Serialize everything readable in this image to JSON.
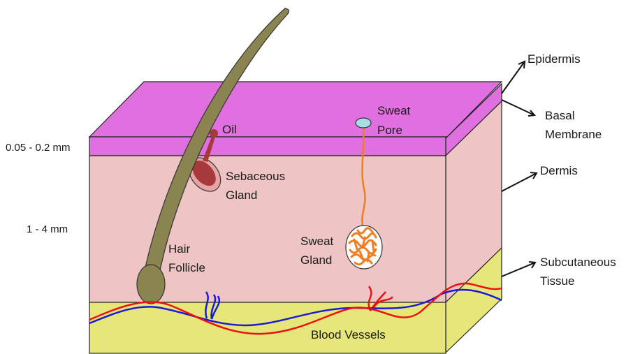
{
  "labels": {
    "epidermis": "Epidermis",
    "basal_line1": "Basal",
    "basal_line2": "Membrane",
    "dermis": "Dermis",
    "subcut_line1": "Subcutaneous",
    "subcut_line2": "Tissue",
    "oil": "Oil",
    "sebaceous_line1": "Sebaceous",
    "sebaceous_line2": "Gland",
    "sweat_pore_line1": "Sweat",
    "sweat_pore_line2": "Pore",
    "hair_line1": "Hair",
    "hair_line2": "Follicle",
    "sweat_gland_line1": "Sweat",
    "sweat_gland_line2": "Gland",
    "blood_vessels": "Blood Vessels"
  },
  "measurements": {
    "epidermis_thickness": "0.05 - 0.2 mm",
    "dermis_thickness": "1 - 4 mm"
  },
  "colors": {
    "epidermis": "#e070e0",
    "dermis": "#eec4c4",
    "subcutaneous": "#e6e67a",
    "hair": "#8a8450",
    "sebaceous": "#a63a3a",
    "sweat_duct": "#ef7d22",
    "sweat_pore": "#a8dcea",
    "artery": "#ee1111",
    "vein": "#1a1ad6"
  }
}
